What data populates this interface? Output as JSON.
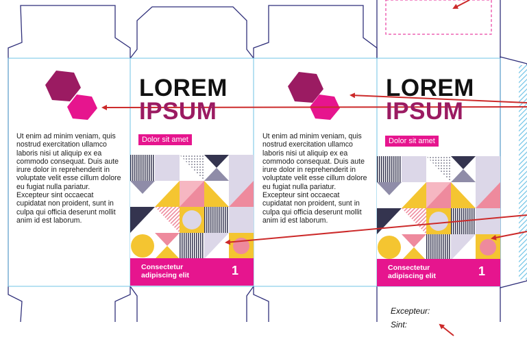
{
  "panels": {
    "body_text": "Ut enim ad minim veniam, quis nostrud exercitation ullamco laboris nisi ut aliquip ex ea commodo consequat. Duis aute irure dolor in reprehenderit in voluptate velit esse cillum dolore eu fugiat nulla pariatur.\nExcepteur sint occaecat cupidatat non proident, sunt in culpa qui officia deserunt mollit anim id est laborum.",
    "title_line1": "LOREM",
    "title_line2": "IPSUM",
    "tagline": "Dolor sit amet",
    "footer_text": "Consectetur\nadipiscing elit",
    "footer_number": "1"
  },
  "bottom_flap": {
    "line1": "Excepteur:",
    "line2": "Sint:"
  },
  "colors": {
    "dieline": "#2f2f7a",
    "fold_line": "#6fc3e6",
    "accent_magenta": "#e6158e",
    "accent_plum": "#9b1b62",
    "arrow": "#cc2a2a",
    "pattern_yellow": "#f4c531",
    "pattern_pink": "#ee8a9d",
    "pattern_navy": "#34344f",
    "pattern_lavender": "#dcd7e8",
    "pattern_gray": "#8f8ca8"
  }
}
